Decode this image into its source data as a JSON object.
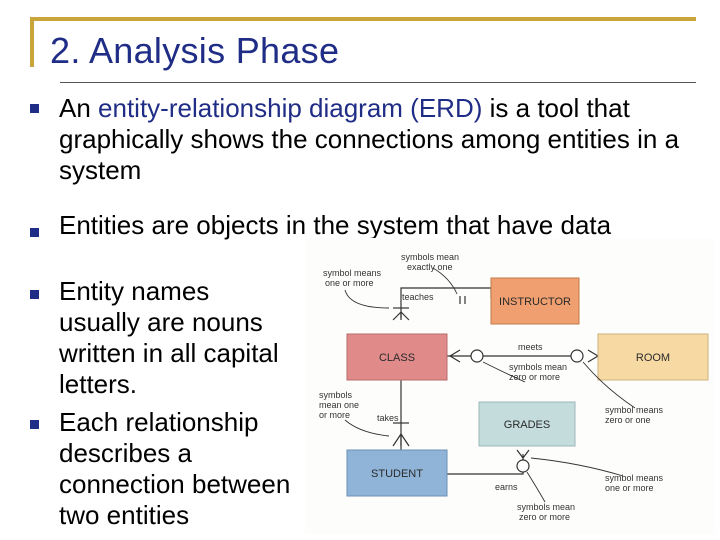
{
  "title": "2. Analysis Phase",
  "bullets": [
    {
      "pre": "An ",
      "highlight": "entity-relationship diagram (ERD)",
      "post": " is a tool that graphically shows the connections among entities in a system"
    },
    {
      "text": "Entities are objects in the system that have data"
    },
    {
      "text": "Entity names usually are nouns written in all capital letters."
    },
    {
      "text": "Each relationship describes a connection between two entities"
    }
  ],
  "diagram": {
    "entities": {
      "instructor": "INSTRUCTOR",
      "class": "CLASS",
      "room": "ROOM",
      "grades": "GRADES",
      "student": "STUDENT"
    },
    "relationships": {
      "teaches": "teaches",
      "meets": "meets",
      "takes": "takes",
      "earns": "earns"
    },
    "annotations": {
      "exactly_one": [
        "symbols mean",
        "exactly one"
      ],
      "one_or_more": [
        "symbol means",
        "one or more"
      ],
      "zero_or_more_mid": [
        "symbols mean",
        "zero or more"
      ],
      "one_or_more_left": [
        "symbols",
        "mean one",
        "or more"
      ],
      "zero_or_one": [
        "symbol means",
        "zero or one"
      ],
      "one_or_more_right": [
        "symbol means",
        "one or more"
      ],
      "zero_or_more_bottom": [
        "symbols mean",
        "zero or more"
      ]
    },
    "colors": {
      "instructor": "#f0a070",
      "class": "#e08a8a",
      "room": "#f7d9a4",
      "grades": "#c4dcdc",
      "student": "#8fb4d8"
    }
  }
}
